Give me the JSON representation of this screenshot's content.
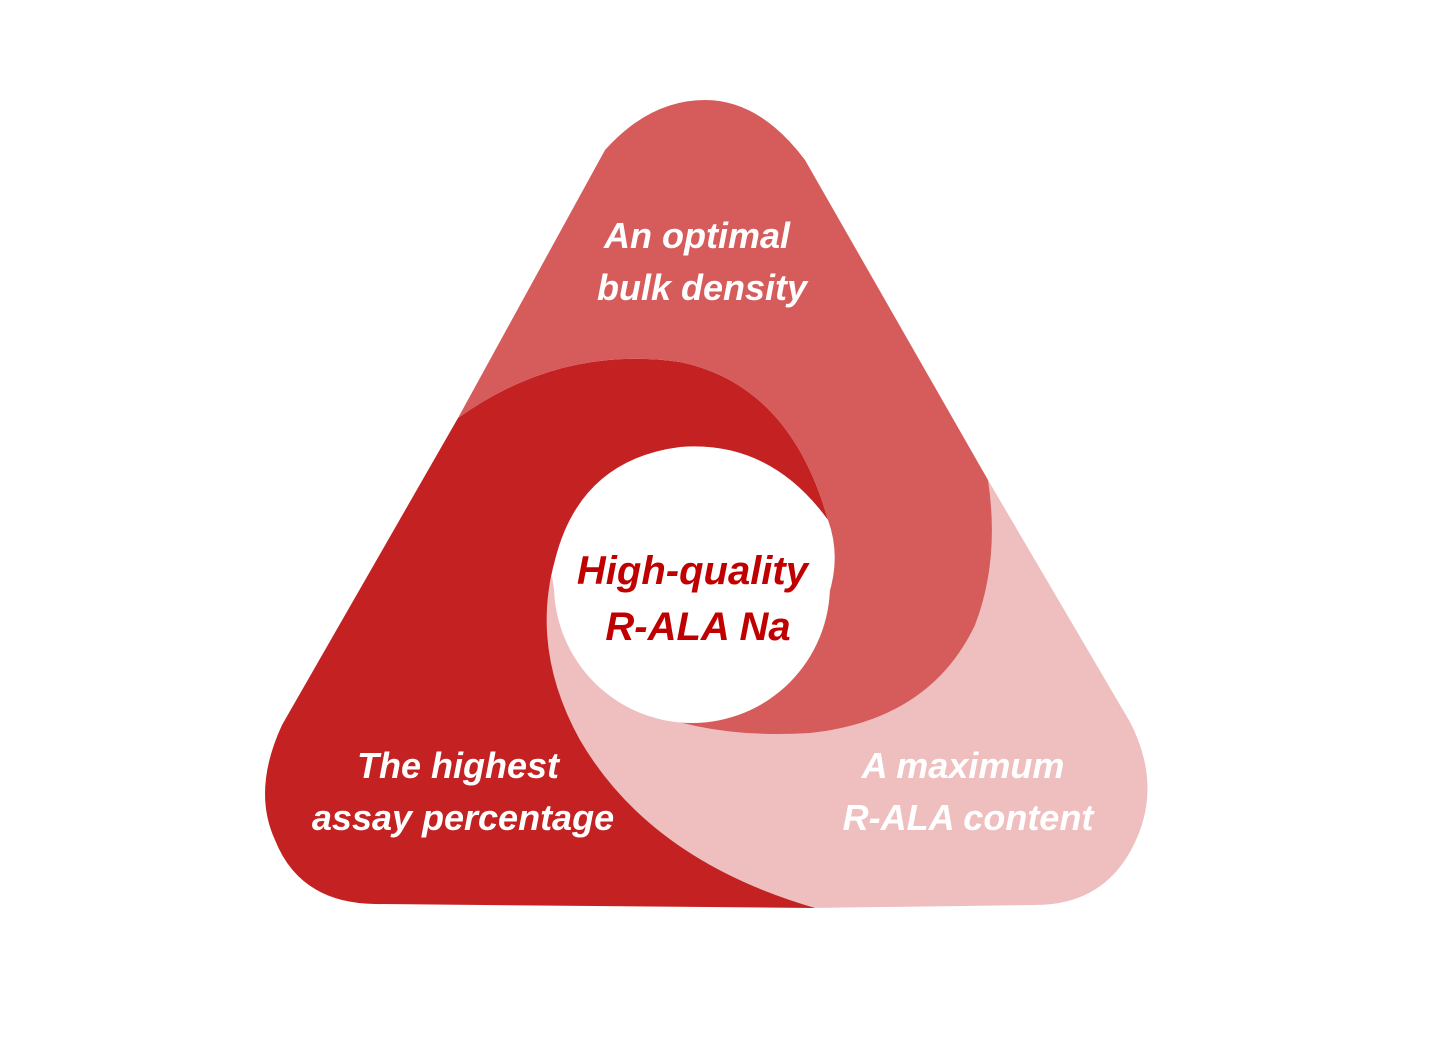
{
  "colors": {
    "top_segment": "#D65C5C",
    "left_segment": "#C42222",
    "right_segment": "#EFBFBF",
    "center_fill": "#FFFFFF",
    "label_text": "#FFFFFF",
    "center_text": "#C00000"
  },
  "center": {
    "line1": "High-quality",
    "line2": "R-ALA Na"
  },
  "segments": {
    "top": {
      "line1": "An optimal",
      "line2": "bulk density"
    },
    "left": {
      "line1": "The highest",
      "line2": "assay percentage"
    },
    "right": {
      "line1": "A maximum",
      "line2": "R-ALA content"
    }
  }
}
